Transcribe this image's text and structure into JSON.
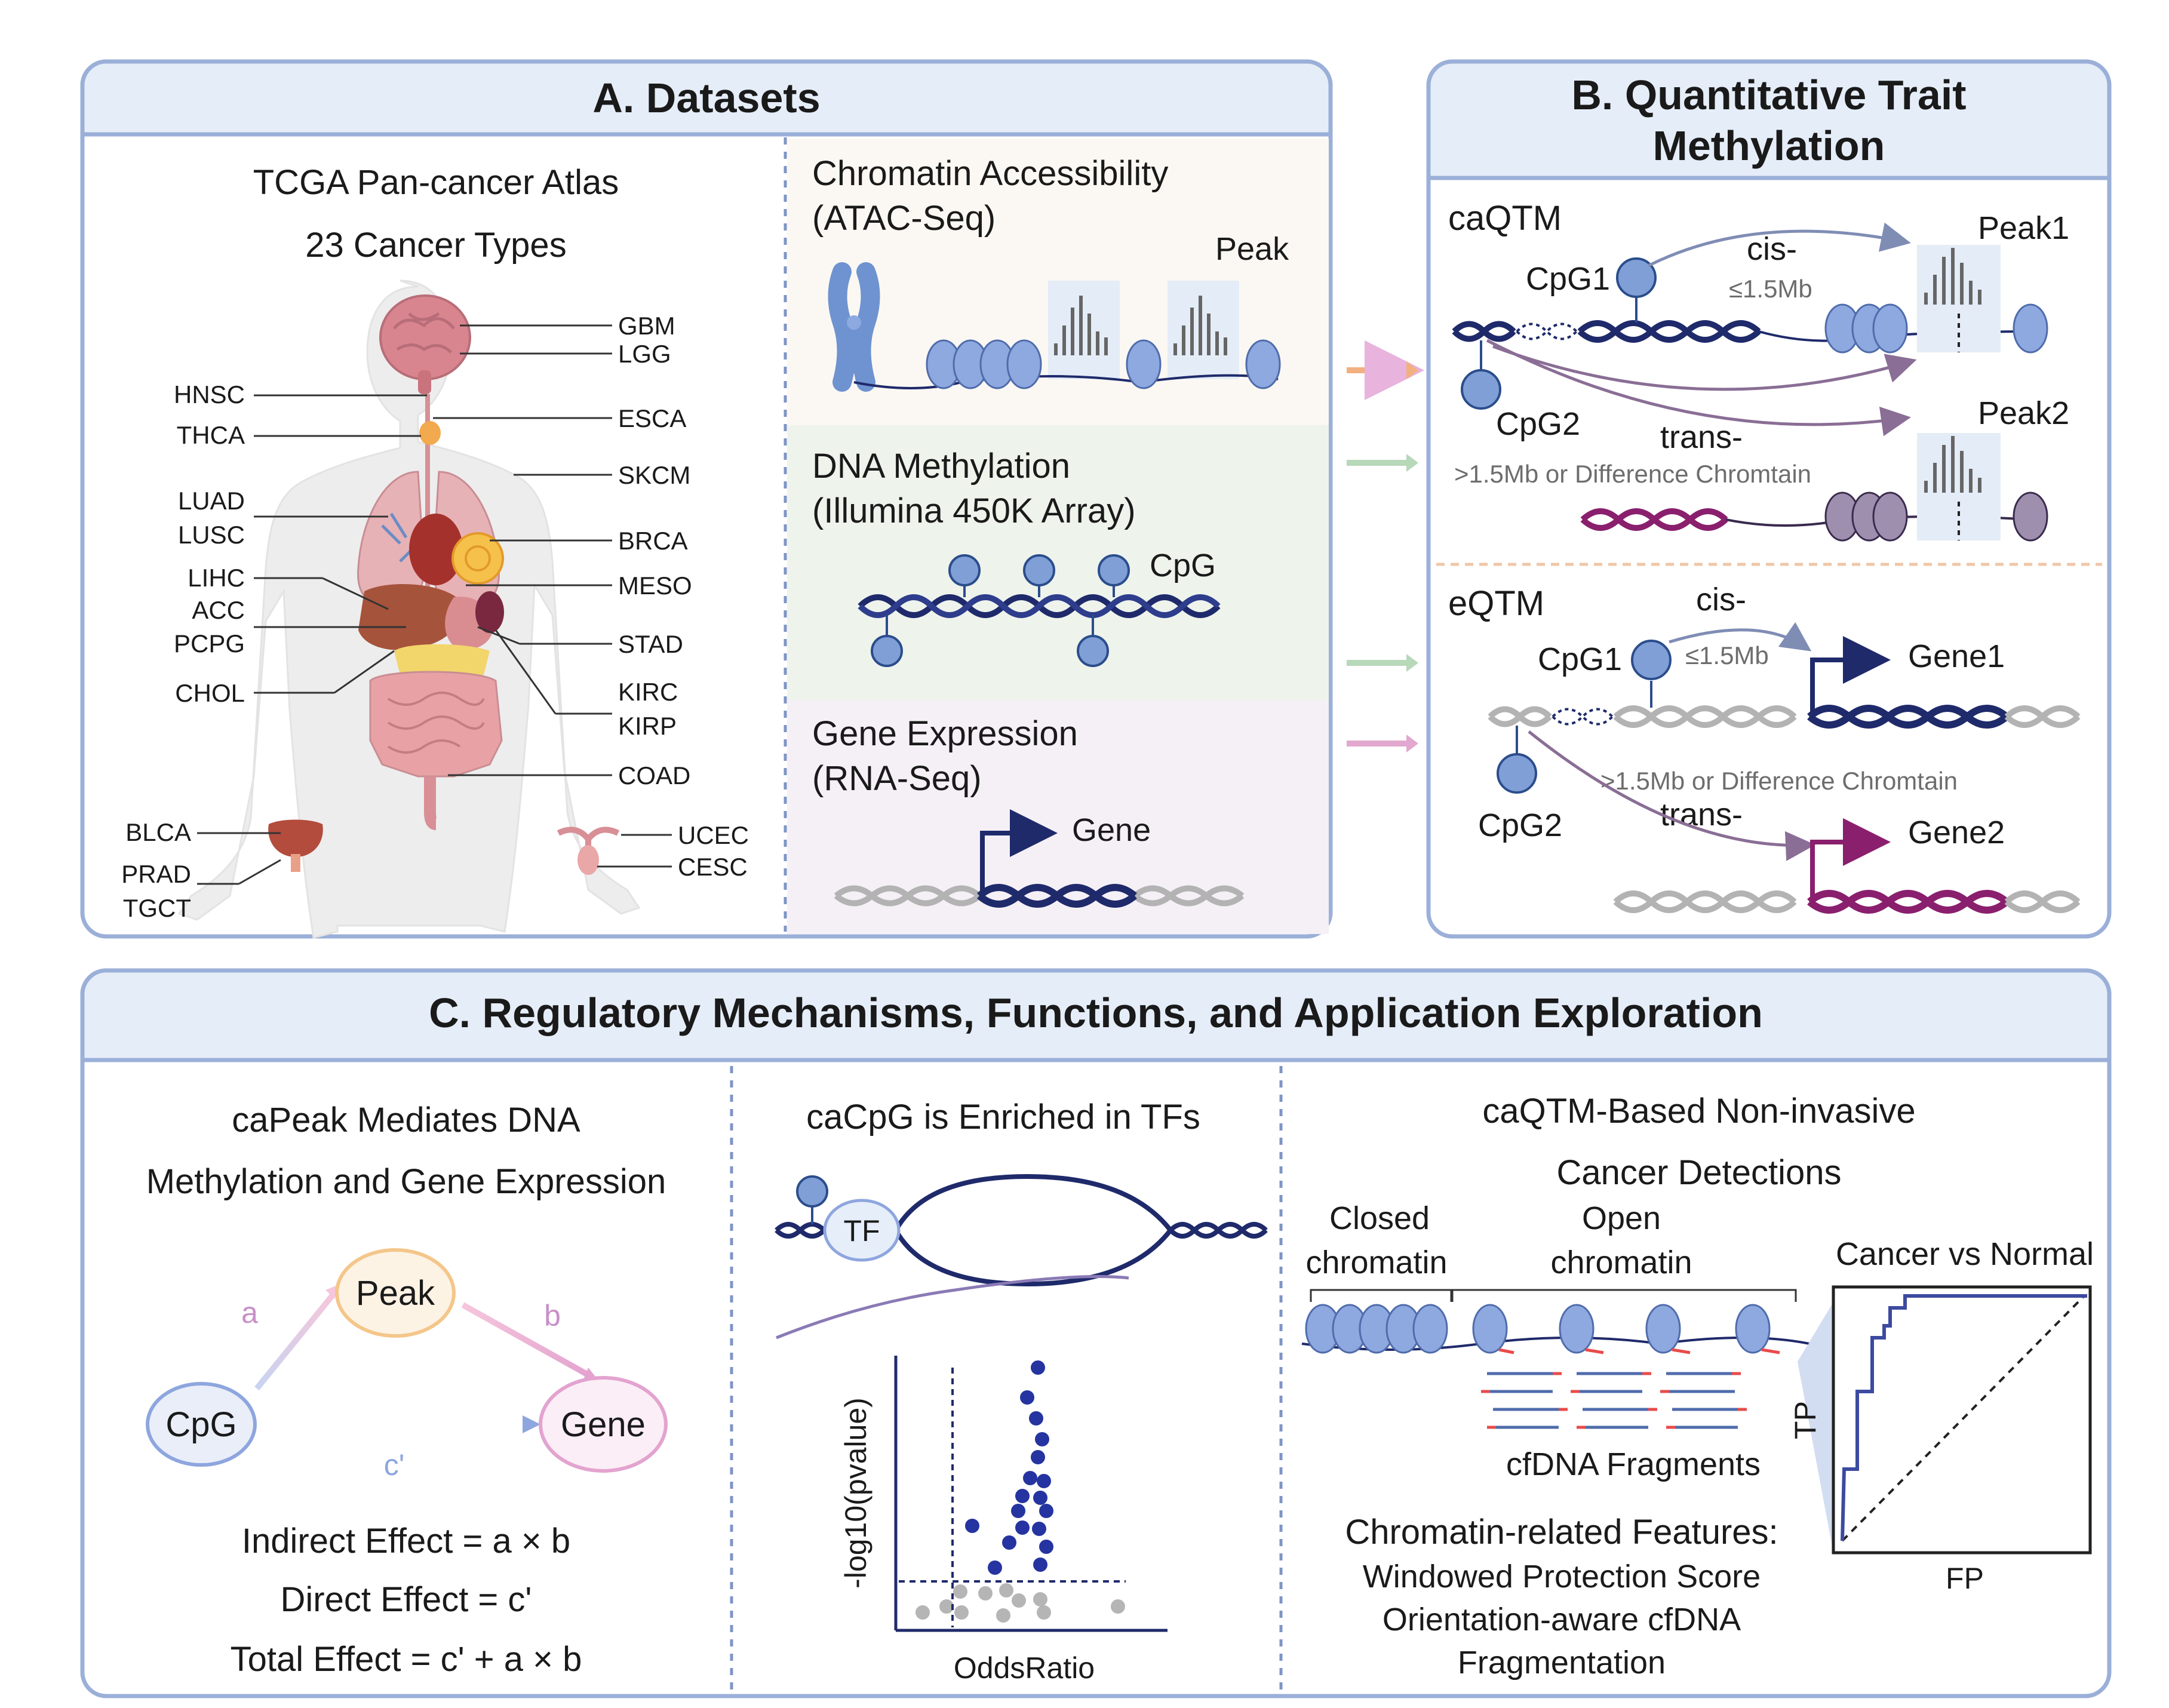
{
  "colors": {
    "panel_border": "#9bb0d8",
    "header_fill": "#e5edf8",
    "dna_dark": "#1f2a6b",
    "dna_gray": "#b3b3b3",
    "dna_purple": "#8a1f6e",
    "atac_bg": "#fbf8f3",
    "methyl_bg": "#eef3ec",
    "expr_bg": "#f5f0f6",
    "arrow_orange": "#f2b07f",
    "arrow_green": "#b7d8b9",
    "arrow_pink": "#e2a8cf"
  },
  "panel_a": {
    "title": "A. Datasets",
    "atlas_title": "TCGA Pan-cancer Atlas",
    "atlas_subtitle": "23 Cancer Types",
    "cancers_left": [
      "HNSC",
      "THCA",
      "LUAD",
      "LUSC",
      "LIHC",
      "ACC",
      "PCPG",
      "CHOL",
      "BLCA",
      "PRAD",
      "TGCT"
    ],
    "cancers_right": [
      "GBM",
      "LGG",
      "ESCA",
      "SKCM",
      "BRCA",
      "MESO",
      "STAD",
      "KIRC",
      "KIRP",
      "COAD",
      "UCEC",
      "CESC"
    ],
    "atac_title_1": "Chromatin Accessibility",
    "atac_title_2": "(ATAC-Seq)",
    "atac_peak": "Peak",
    "methyl_title_1": "DNA Methylation",
    "methyl_title_2": "(Illumina 450K Array)",
    "methyl_cpg": "CpG",
    "expr_title_1": "Gene Expression",
    "expr_title_2": "(RNA-Seq)",
    "expr_gene": "Gene"
  },
  "panel_b": {
    "title_1": "B. Quantitative Trait",
    "title_2": "Methylation",
    "caqtm": "caQTM",
    "cpg1": "CpG1",
    "cpg2": "CpG2",
    "cis": "cis-",
    "cis_dist": "≤1.5Mb",
    "peak1": "Peak1",
    "peak2": "Peak2",
    "trans": "trans-",
    "trans_dist": ">1.5Mb or Difference Chromtain",
    "eqtm": "eQTM",
    "gene1": "Gene1",
    "gene2": "Gene2"
  },
  "panel_c": {
    "title": "C. Regulatory Mechanisms, Functions, and Application Exploration",
    "med_title_1": "caPeak Mediates DNA",
    "med_title_2": "Methylation and Gene Expression",
    "node_peak": "Peak",
    "node_cpg": "CpG",
    "node_gene": "Gene",
    "path_a": "a",
    "path_b": "b",
    "path_c": "c'",
    "indirect": "Indirect Effect = a × b",
    "direct": "Direct Effect = c'",
    "total": "Total Effect = c' + a × b",
    "tf_title": "caCpG is Enriched in TFs",
    "tf_label": "TF",
    "ylabel": "-log10(pvalue)",
    "xlabel": "OddsRatio",
    "det_title_1": "caQTM-Based Non-invasive",
    "det_title_2": "Cancer  Detections",
    "closed_1": "Closed",
    "closed_2": "chromatin",
    "open_1": "Open",
    "open_2": "chromatin",
    "fragments": "cfDNA Fragments",
    "roc_title": "Cancer vs Normal",
    "roc_y": "TP",
    "roc_x": "FP",
    "features_title": "Chromatin-related Features:",
    "feature_1": "Windowed Protection Score",
    "feature_2": "Orientation-aware cfDNA",
    "feature_3": "Fragmentation"
  }
}
